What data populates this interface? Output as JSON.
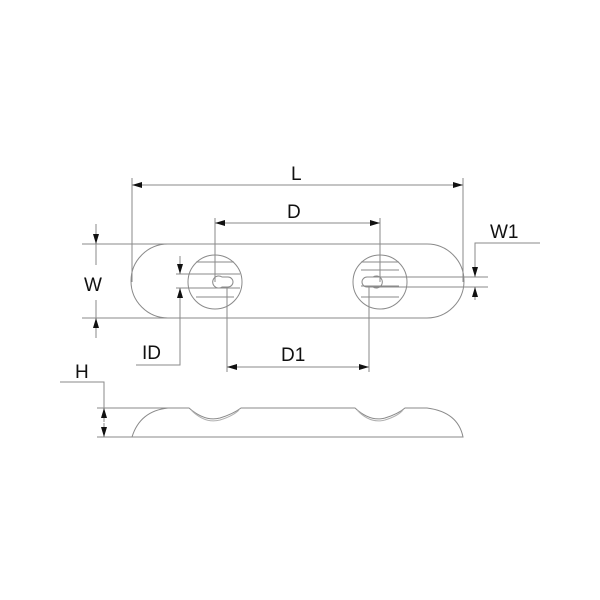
{
  "diagram": {
    "type": "technical-drawing",
    "subject": "anode plate with two keyhole mounting holes",
    "views": [
      "top-view",
      "side-view"
    ],
    "line_color": "#8a8a8a",
    "arrow_color": "#111111",
    "labels": {
      "length": "L",
      "hole_distance": "D",
      "width": "W",
      "slot_width": "W1",
      "inner_diameter": "ID",
      "slot_distance": "D1",
      "height": "H"
    }
  }
}
